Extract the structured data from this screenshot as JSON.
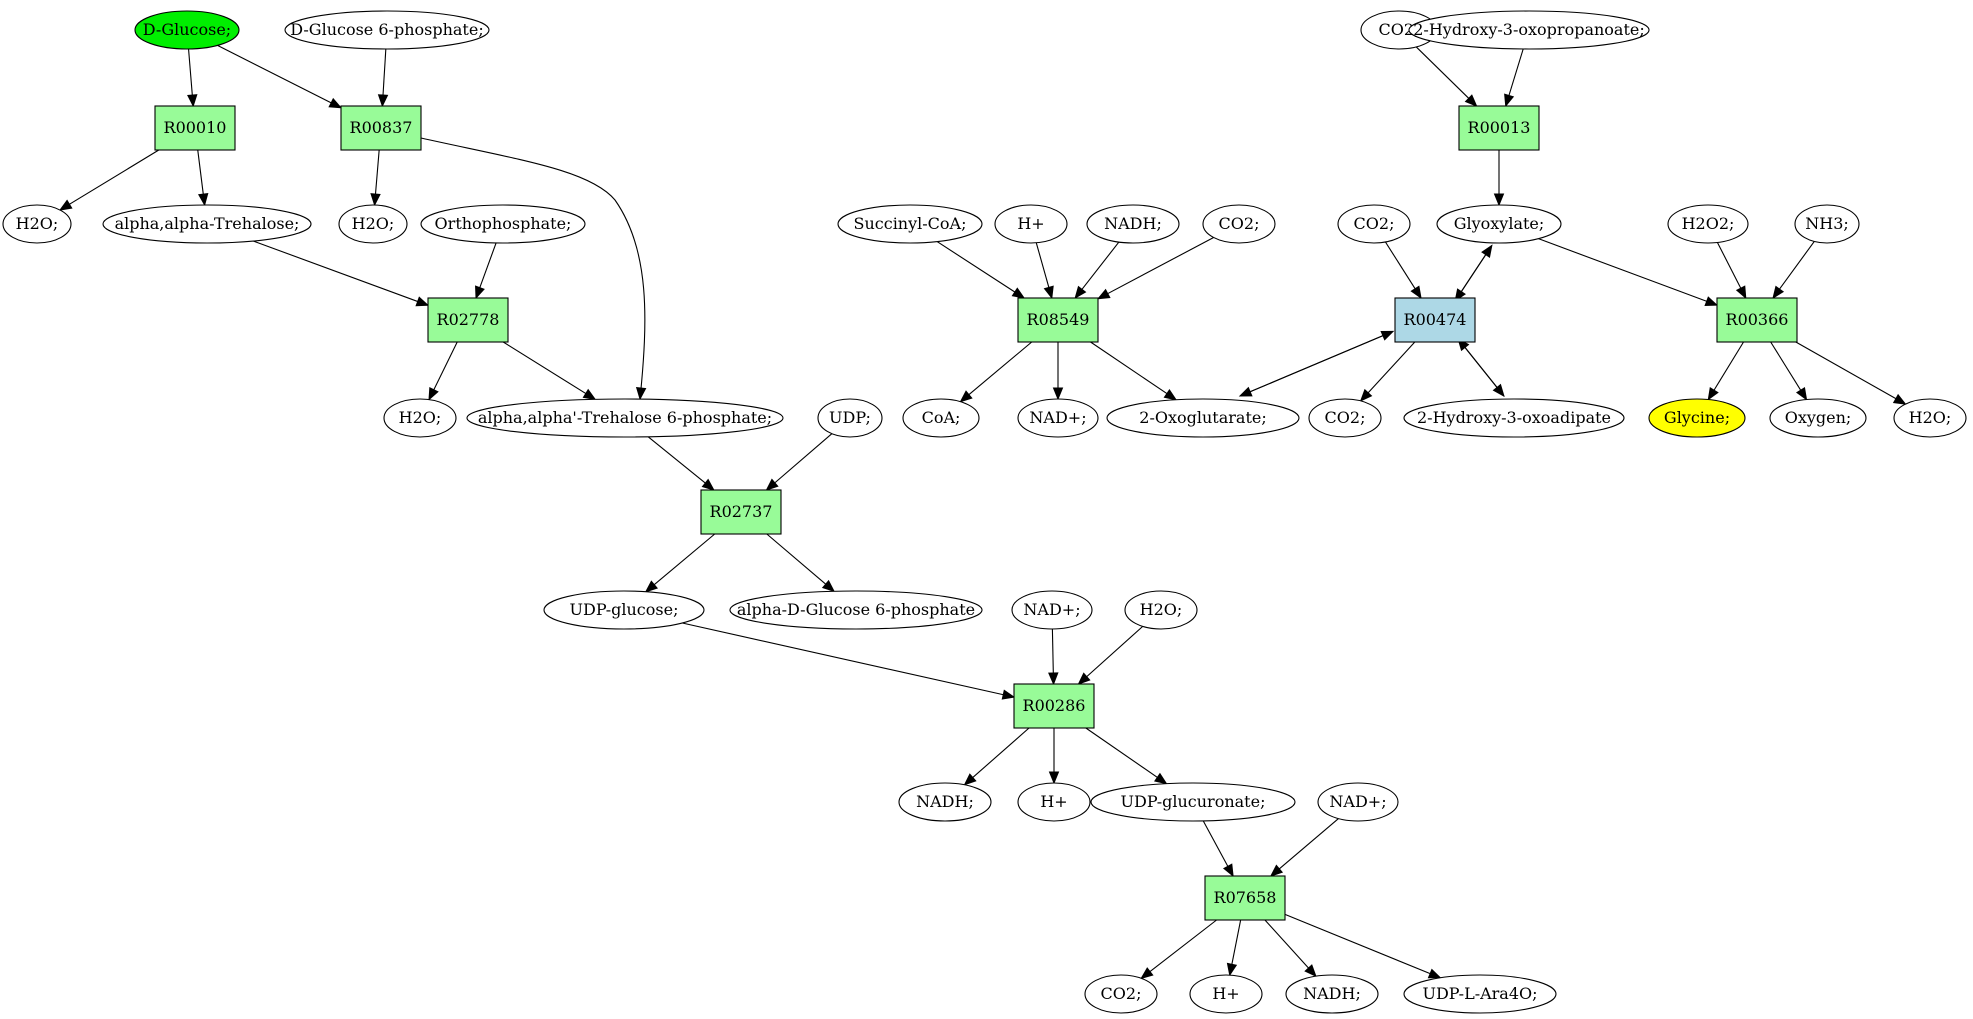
{
  "colors": {
    "reaction": "#98fb98",
    "reaction_highlight": "#add8e6",
    "source": "#00ee00",
    "target": "#ffff00",
    "compound": "#ffffff"
  },
  "nodes": [
    {
      "id": "glc",
      "label": "D-Glucose;",
      "kind": "compound",
      "role": "source"
    },
    {
      "id": "g6p",
      "label": "D-Glucose 6-phosphate;",
      "kind": "compound"
    },
    {
      "id": "r00010",
      "label": "R00010",
      "kind": "reaction"
    },
    {
      "id": "r00837",
      "label": "R00837",
      "kind": "reaction"
    },
    {
      "id": "h2o_a",
      "label": "H2O;",
      "kind": "compound"
    },
    {
      "id": "treh",
      "label": "alpha,alpha-Trehalose;",
      "kind": "compound"
    },
    {
      "id": "h2o_b",
      "label": "H2O;",
      "kind": "compound"
    },
    {
      "id": "pi",
      "label": "Orthophosphate;",
      "kind": "compound"
    },
    {
      "id": "r02778",
      "label": "R02778",
      "kind": "reaction"
    },
    {
      "id": "h2o_c",
      "label": "H2O;",
      "kind": "compound"
    },
    {
      "id": "t6p",
      "label": "alpha,alpha'-Trehalose 6-phosphate;",
      "kind": "compound"
    },
    {
      "id": "udp",
      "label": "UDP;",
      "kind": "compound"
    },
    {
      "id": "r02737",
      "label": "R02737",
      "kind": "reaction"
    },
    {
      "id": "udpglc",
      "label": "UDP-glucose;",
      "kind": "compound"
    },
    {
      "id": "ag6p",
      "label": "alpha-D-Glucose 6-phosphate",
      "kind": "compound"
    },
    {
      "id": "nadp_a",
      "label": "NAD+;",
      "kind": "compound"
    },
    {
      "id": "h2o_d",
      "label": "H2O;",
      "kind": "compound"
    },
    {
      "id": "r00286",
      "label": "R00286",
      "kind": "reaction"
    },
    {
      "id": "nadh_a",
      "label": "NADH;",
      "kind": "compound"
    },
    {
      "id": "hp_a",
      "label": "H+",
      "kind": "compound"
    },
    {
      "id": "udpgla",
      "label": "UDP-glucuronate;",
      "kind": "compound"
    },
    {
      "id": "nadp_b",
      "label": "NAD+;",
      "kind": "compound"
    },
    {
      "id": "r07658",
      "label": "R07658",
      "kind": "reaction"
    },
    {
      "id": "co2_a",
      "label": "CO2;",
      "kind": "compound"
    },
    {
      "id": "hp_b",
      "label": "H+",
      "kind": "compound"
    },
    {
      "id": "nadh_b",
      "label": "NADH;",
      "kind": "compound"
    },
    {
      "id": "udpara",
      "label": "UDP-L-Ara4O;",
      "kind": "compound"
    },
    {
      "id": "succoa",
      "label": "Succinyl-CoA;",
      "kind": "compound"
    },
    {
      "id": "hp_c",
      "label": "H+",
      "kind": "compound"
    },
    {
      "id": "nadh_c",
      "label": "NADH;",
      "kind": "compound"
    },
    {
      "id": "co2_b",
      "label": "CO2;",
      "kind": "compound"
    },
    {
      "id": "r08549",
      "label": "R08549",
      "kind": "reaction"
    },
    {
      "id": "coa",
      "label": "CoA;",
      "kind": "compound"
    },
    {
      "id": "nadp_c",
      "label": "NAD+;",
      "kind": "compound"
    },
    {
      "id": "oxog",
      "label": "2-Oxoglutarate;",
      "kind": "compound"
    },
    {
      "id": "co2_c",
      "label": "CO2;",
      "kind": "compound"
    },
    {
      "id": "hop",
      "label": "2-Hydroxy-3-oxopropanoate;",
      "kind": "compound"
    },
    {
      "id": "r00013",
      "label": "R00013",
      "kind": "reaction"
    },
    {
      "id": "co2_d",
      "label": "CO2;",
      "kind": "compound"
    },
    {
      "id": "glyox",
      "label": "Glyoxylate;",
      "kind": "compound"
    },
    {
      "id": "r00474",
      "label": "R00474",
      "kind": "reaction",
      "role": "highlight"
    },
    {
      "id": "co2_e",
      "label": "CO2;",
      "kind": "compound"
    },
    {
      "id": "hoa",
      "label": "2-Hydroxy-3-oxoadipate",
      "kind": "compound"
    },
    {
      "id": "h2o2",
      "label": "H2O2;",
      "kind": "compound"
    },
    {
      "id": "nh3",
      "label": "NH3;",
      "kind": "compound"
    },
    {
      "id": "r00366",
      "label": "R00366",
      "kind": "reaction"
    },
    {
      "id": "gly",
      "label": "Glycine;",
      "kind": "compound",
      "role": "target"
    },
    {
      "id": "oxy",
      "label": "Oxygen;",
      "kind": "compound"
    },
    {
      "id": "h2o_e",
      "label": "H2O;",
      "kind": "compound"
    }
  ],
  "edges": [
    [
      "glc",
      "r00010"
    ],
    [
      "glc",
      "r00837"
    ],
    [
      "g6p",
      "r00837"
    ],
    [
      "r00010",
      "h2o_a"
    ],
    [
      "r00010",
      "treh"
    ],
    [
      "r00837",
      "h2o_b"
    ],
    [
      "r00837",
      "t6p"
    ],
    [
      "treh",
      "r02778"
    ],
    [
      "pi",
      "r02778"
    ],
    [
      "r02778",
      "h2o_c"
    ],
    [
      "r02778",
      "t6p"
    ],
    [
      "t6p",
      "r02737"
    ],
    [
      "udp",
      "r02737"
    ],
    [
      "r02737",
      "udpglc"
    ],
    [
      "r02737",
      "ag6p"
    ],
    [
      "udpglc",
      "r00286"
    ],
    [
      "nadp_a",
      "r00286"
    ],
    [
      "h2o_d",
      "r00286"
    ],
    [
      "r00286",
      "nadh_a"
    ],
    [
      "r00286",
      "hp_a"
    ],
    [
      "r00286",
      "udpgla"
    ],
    [
      "udpgla",
      "r07658"
    ],
    [
      "nadp_b",
      "r07658"
    ],
    [
      "r07658",
      "co2_a"
    ],
    [
      "r07658",
      "hp_b"
    ],
    [
      "r07658",
      "nadh_b"
    ],
    [
      "r07658",
      "udpara"
    ],
    [
      "succoa",
      "r08549"
    ],
    [
      "hp_c",
      "r08549"
    ],
    [
      "nadh_c",
      "r08549"
    ],
    [
      "co2_b",
      "r08549"
    ],
    [
      "r08549",
      "coa"
    ],
    [
      "r08549",
      "nadp_c"
    ],
    [
      "r08549",
      "oxog"
    ],
    [
      "co2_c",
      "r00013"
    ],
    [
      "hop",
      "r00013"
    ],
    [
      "r00013",
      "glyox"
    ],
    [
      "co2_d",
      "r00474"
    ],
    [
      "glyox",
      "r00474"
    ],
    [
      "r00474",
      "glyox"
    ],
    [
      "oxog",
      "r00474"
    ],
    [
      "r00474",
      "oxog"
    ],
    [
      "r00474",
      "co2_e"
    ],
    [
      "r00474",
      "hoa"
    ],
    [
      "hoa",
      "r00474"
    ],
    [
      "glyox",
      "r00366"
    ],
    [
      "h2o2",
      "r00366"
    ],
    [
      "nh3",
      "r00366"
    ],
    [
      "r00366",
      "gly"
    ],
    [
      "r00366",
      "oxy"
    ],
    [
      "r00366",
      "h2o_e"
    ]
  ]
}
